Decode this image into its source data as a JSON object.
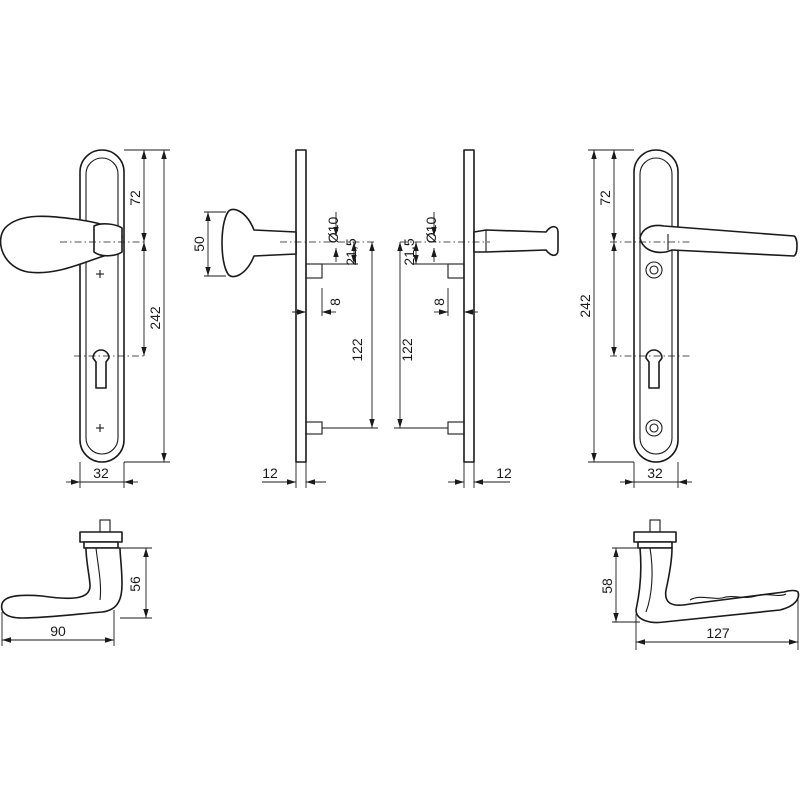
{
  "dimensions": {
    "plate_height_left": "242",
    "offset_72_left": "72",
    "plate_width_left": "32",
    "knob_height": "50",
    "thickness_left": "12",
    "diameter_left": "Ø10",
    "spindle_offset_left": "21,5",
    "spindle_size_left": "8",
    "distance_left": "122",
    "diameter_right": "Ø10",
    "spindle_offset_right": "21,5",
    "spindle_size_right": "8",
    "distance_right": "122",
    "thickness_right": "12",
    "offset_72_right": "72",
    "plate_height_right": "242",
    "plate_width_right": "32",
    "handle_height_left": "56",
    "handle_length_left": "90",
    "handle_height_right": "58",
    "handle_length_right": "127"
  }
}
